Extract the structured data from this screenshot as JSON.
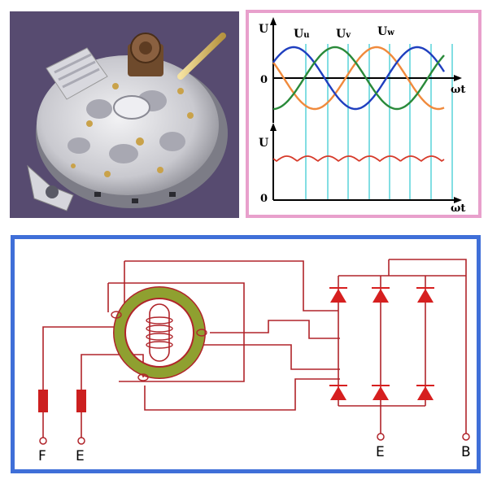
{
  "waveform": {
    "top_axis_label": "U",
    "top_zero_label": "0",
    "phase_labels": [
      {
        "main": "U",
        "sub": "u",
        "color": "#f08a3c"
      },
      {
        "main": "U",
        "sub": "v",
        "color": "#1f3fbf"
      },
      {
        "main": "U",
        "sub": "w",
        "color": "#2a8a3a"
      }
    ],
    "time_label": "ωt",
    "bottom_axis_label": "U",
    "bottom_zero_label": "0",
    "bottom_time_label": "ωt",
    "colors": {
      "u": "#f08a3c",
      "v": "#1f3fbf",
      "w": "#2a8a3a",
      "rectified": "#d63a2a",
      "grid": "#30c8d0"
    }
  },
  "circuit": {
    "terminal_labels": [
      "F",
      "E",
      "E",
      "B"
    ],
    "wire_color": "#b0242a",
    "stator_color": "#8fa030",
    "diode_color": "#d61f1f",
    "brush_color": "#cc1f1f"
  }
}
